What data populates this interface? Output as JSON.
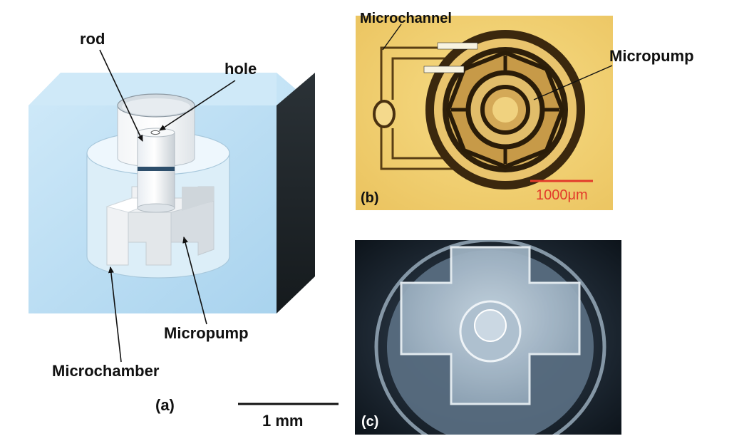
{
  "panel_a": {
    "labels": {
      "rod": "rod",
      "hole": "hole",
      "micropump": "Micropump",
      "microchamber": "Microchamber"
    },
    "panel_tag": "(a)"
  },
  "panel_b": {
    "labels": {
      "microchannel": "Microchannel",
      "micropump": "Micropump"
    },
    "scale_label": "1000μm",
    "panel_tag": "(b)"
  },
  "panel_c": {
    "panel_tag": "(c)"
  },
  "scale_bar": {
    "label": "1 mm"
  },
  "colors": {
    "block_face": "#bfe0f4",
    "block_side": "#1f262b",
    "photo_b_bg": "#f2d178",
    "photo_c_bg": "#16202a",
    "scale_red": "#e23a2a"
  }
}
